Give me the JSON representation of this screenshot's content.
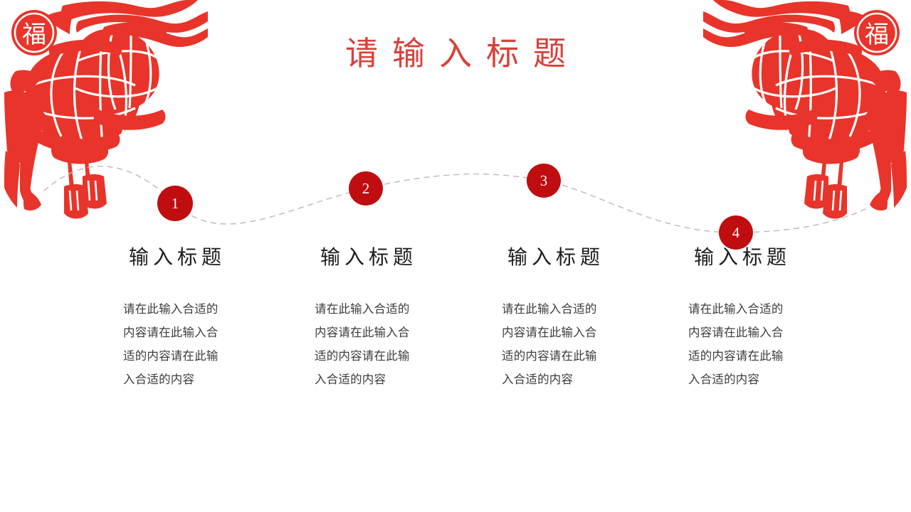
{
  "slide": {
    "title": "请输入标题",
    "title_color": "#d8403a",
    "background_color": "#ffffff"
  },
  "decor": {
    "lantern_color": "#e8342a",
    "lantern_color_dark": "#d6261d",
    "fu_character": "福",
    "left_art_name": "chinese-lantern-left",
    "right_art_name": "chinese-lantern-right"
  },
  "connector": {
    "style": "dashed",
    "color": "#b9b9b9"
  },
  "steps": [
    {
      "number": "1",
      "title": "输入标题",
      "body": "请在此输入合适的内容请在此输入合适的内容请在此输入合适的内容"
    },
    {
      "number": "2",
      "title": "输入标题",
      "body": "请在此输入合适的内容请在此输入合适的内容请在此输入合适的内容"
    },
    {
      "number": "3",
      "title": "输入标题",
      "body": "请在此输入合适的内容请在此输入合适的内容请在此输入合适的内容"
    },
    {
      "number": "4",
      "title": "输入标题",
      "body": "请在此输入合适的内容请在此输入合适的内容请在此输入合适的内容"
    }
  ],
  "marker_color": "#bf0d10",
  "marker_text_color": "#ffffff"
}
